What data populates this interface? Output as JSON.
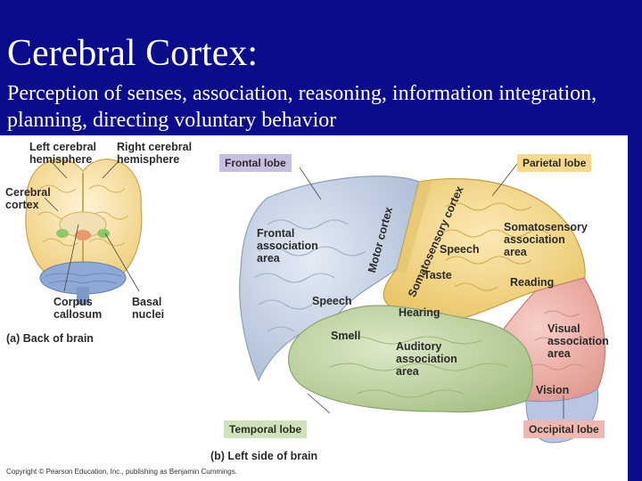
{
  "slide": {
    "title": "Cerebral Cortex:",
    "subtitle": "Perception of senses, association, reasoning, information integration, planning, directing voluntary behavior"
  },
  "figure_a": {
    "left_hemisphere": "Left cerebral\nhemisphere",
    "right_hemisphere": "Right cerebral\nhemisphere",
    "cerebral_cortex": "Cerebral\ncortex",
    "corpus_callosum": "Corpus\ncallosum",
    "basal_nuclei": "Basal\nnuclei",
    "caption": "(a) Back of brain"
  },
  "figure_b": {
    "frontal_lobe": "Frontal lobe",
    "parietal_lobe": "Parietal lobe",
    "temporal_lobe": "Temporal lobe",
    "occipital_lobe": "Occipital lobe",
    "frontal_association": "Frontal\nassociation\narea",
    "motor_cortex": "Motor cortex",
    "somatosensory_cortex": "Somatosensory cortex",
    "speech_frontal": "Speech",
    "speech_parietal": "Speech",
    "taste": "Taste",
    "somatosensory_association": "Somatosensory\nassociation\narea",
    "reading": "Reading",
    "hearing": "Hearing",
    "smell": "Smell",
    "auditory_association": "Auditory\nassociation\narea",
    "visual_association": "Visual\nassociation\narea",
    "vision": "Vision",
    "caption": "(b) Left side of brain"
  },
  "copyright": "Copyright © Pearson Education, Inc., publishing as Benjamin Cummings.",
  "colors": {
    "background": "#0a0c8c",
    "frontal": "#c3cfe0",
    "parietal": "#f3d68a",
    "temporal": "#c2d7a6",
    "occipital": "#efb1ab",
    "cerebellum": "#8fa8d6"
  }
}
